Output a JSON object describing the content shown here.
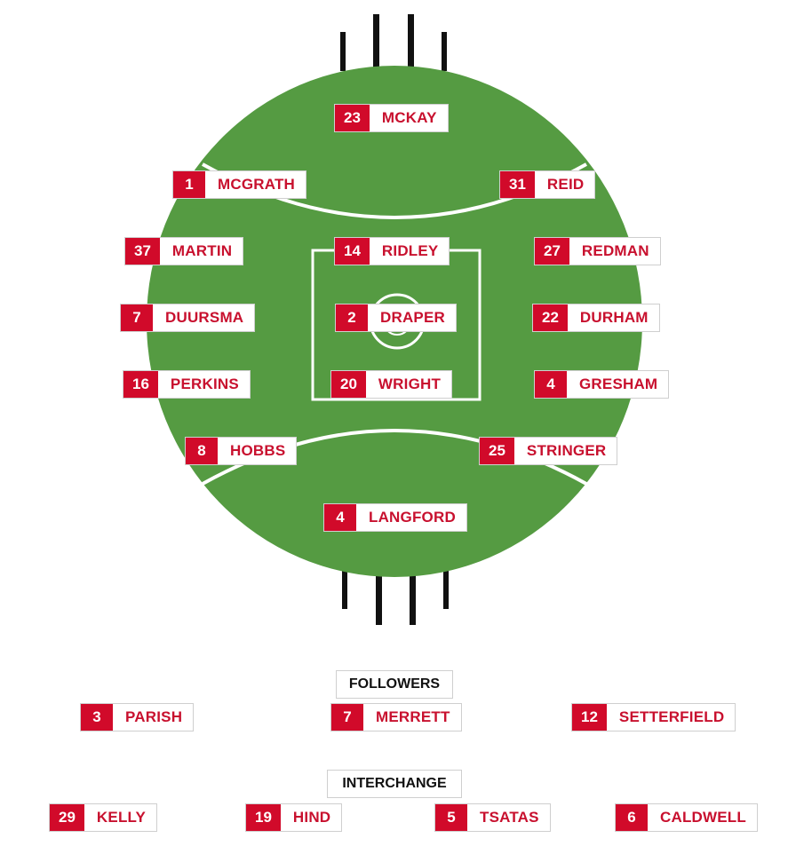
{
  "colors": {
    "field": "#559b42",
    "line": "#ffffff",
    "post": "#111111",
    "number_bg": "#d10a2a",
    "name_text": "#c8102e"
  },
  "players": {
    "p1": {
      "number": "23",
      "name": "MCKAY"
    },
    "p2": {
      "number": "1",
      "name": "MCGRATH"
    },
    "p3": {
      "number": "31",
      "name": "REID"
    },
    "p4": {
      "number": "37",
      "name": "MARTIN"
    },
    "p5": {
      "number": "14",
      "name": "RIDLEY"
    },
    "p6": {
      "number": "27",
      "name": "REDMAN"
    },
    "p7": {
      "number": "7",
      "name": "DUURSMA"
    },
    "p8": {
      "number": "2",
      "name": "DRAPER"
    },
    "p9": {
      "number": "22",
      "name": "DURHAM"
    },
    "p10": {
      "number": "16",
      "name": "PERKINS"
    },
    "p11": {
      "number": "20",
      "name": "WRIGHT"
    },
    "p12": {
      "number": "4",
      "name": "GRESHAM"
    },
    "p13": {
      "number": "8",
      "name": "HOBBS"
    },
    "p14": {
      "number": "25",
      "name": "STRINGER"
    },
    "p15": {
      "number": "4",
      "name": "LANGFORD"
    }
  },
  "followers": {
    "label": "FOLLOWERS",
    "p1": {
      "number": "3",
      "name": "PARISH"
    },
    "p2": {
      "number": "7",
      "name": "MERRETT"
    },
    "p3": {
      "number": "12",
      "name": "SETTERFIELD"
    }
  },
  "interchange": {
    "label": "INTERCHANGE",
    "p1": {
      "number": "29",
      "name": "KELLY"
    },
    "p2": {
      "number": "19",
      "name": "HIND"
    },
    "p3": {
      "number": "5",
      "name": "TSATAS"
    },
    "p4": {
      "number": "6",
      "name": "CALDWELL"
    }
  }
}
